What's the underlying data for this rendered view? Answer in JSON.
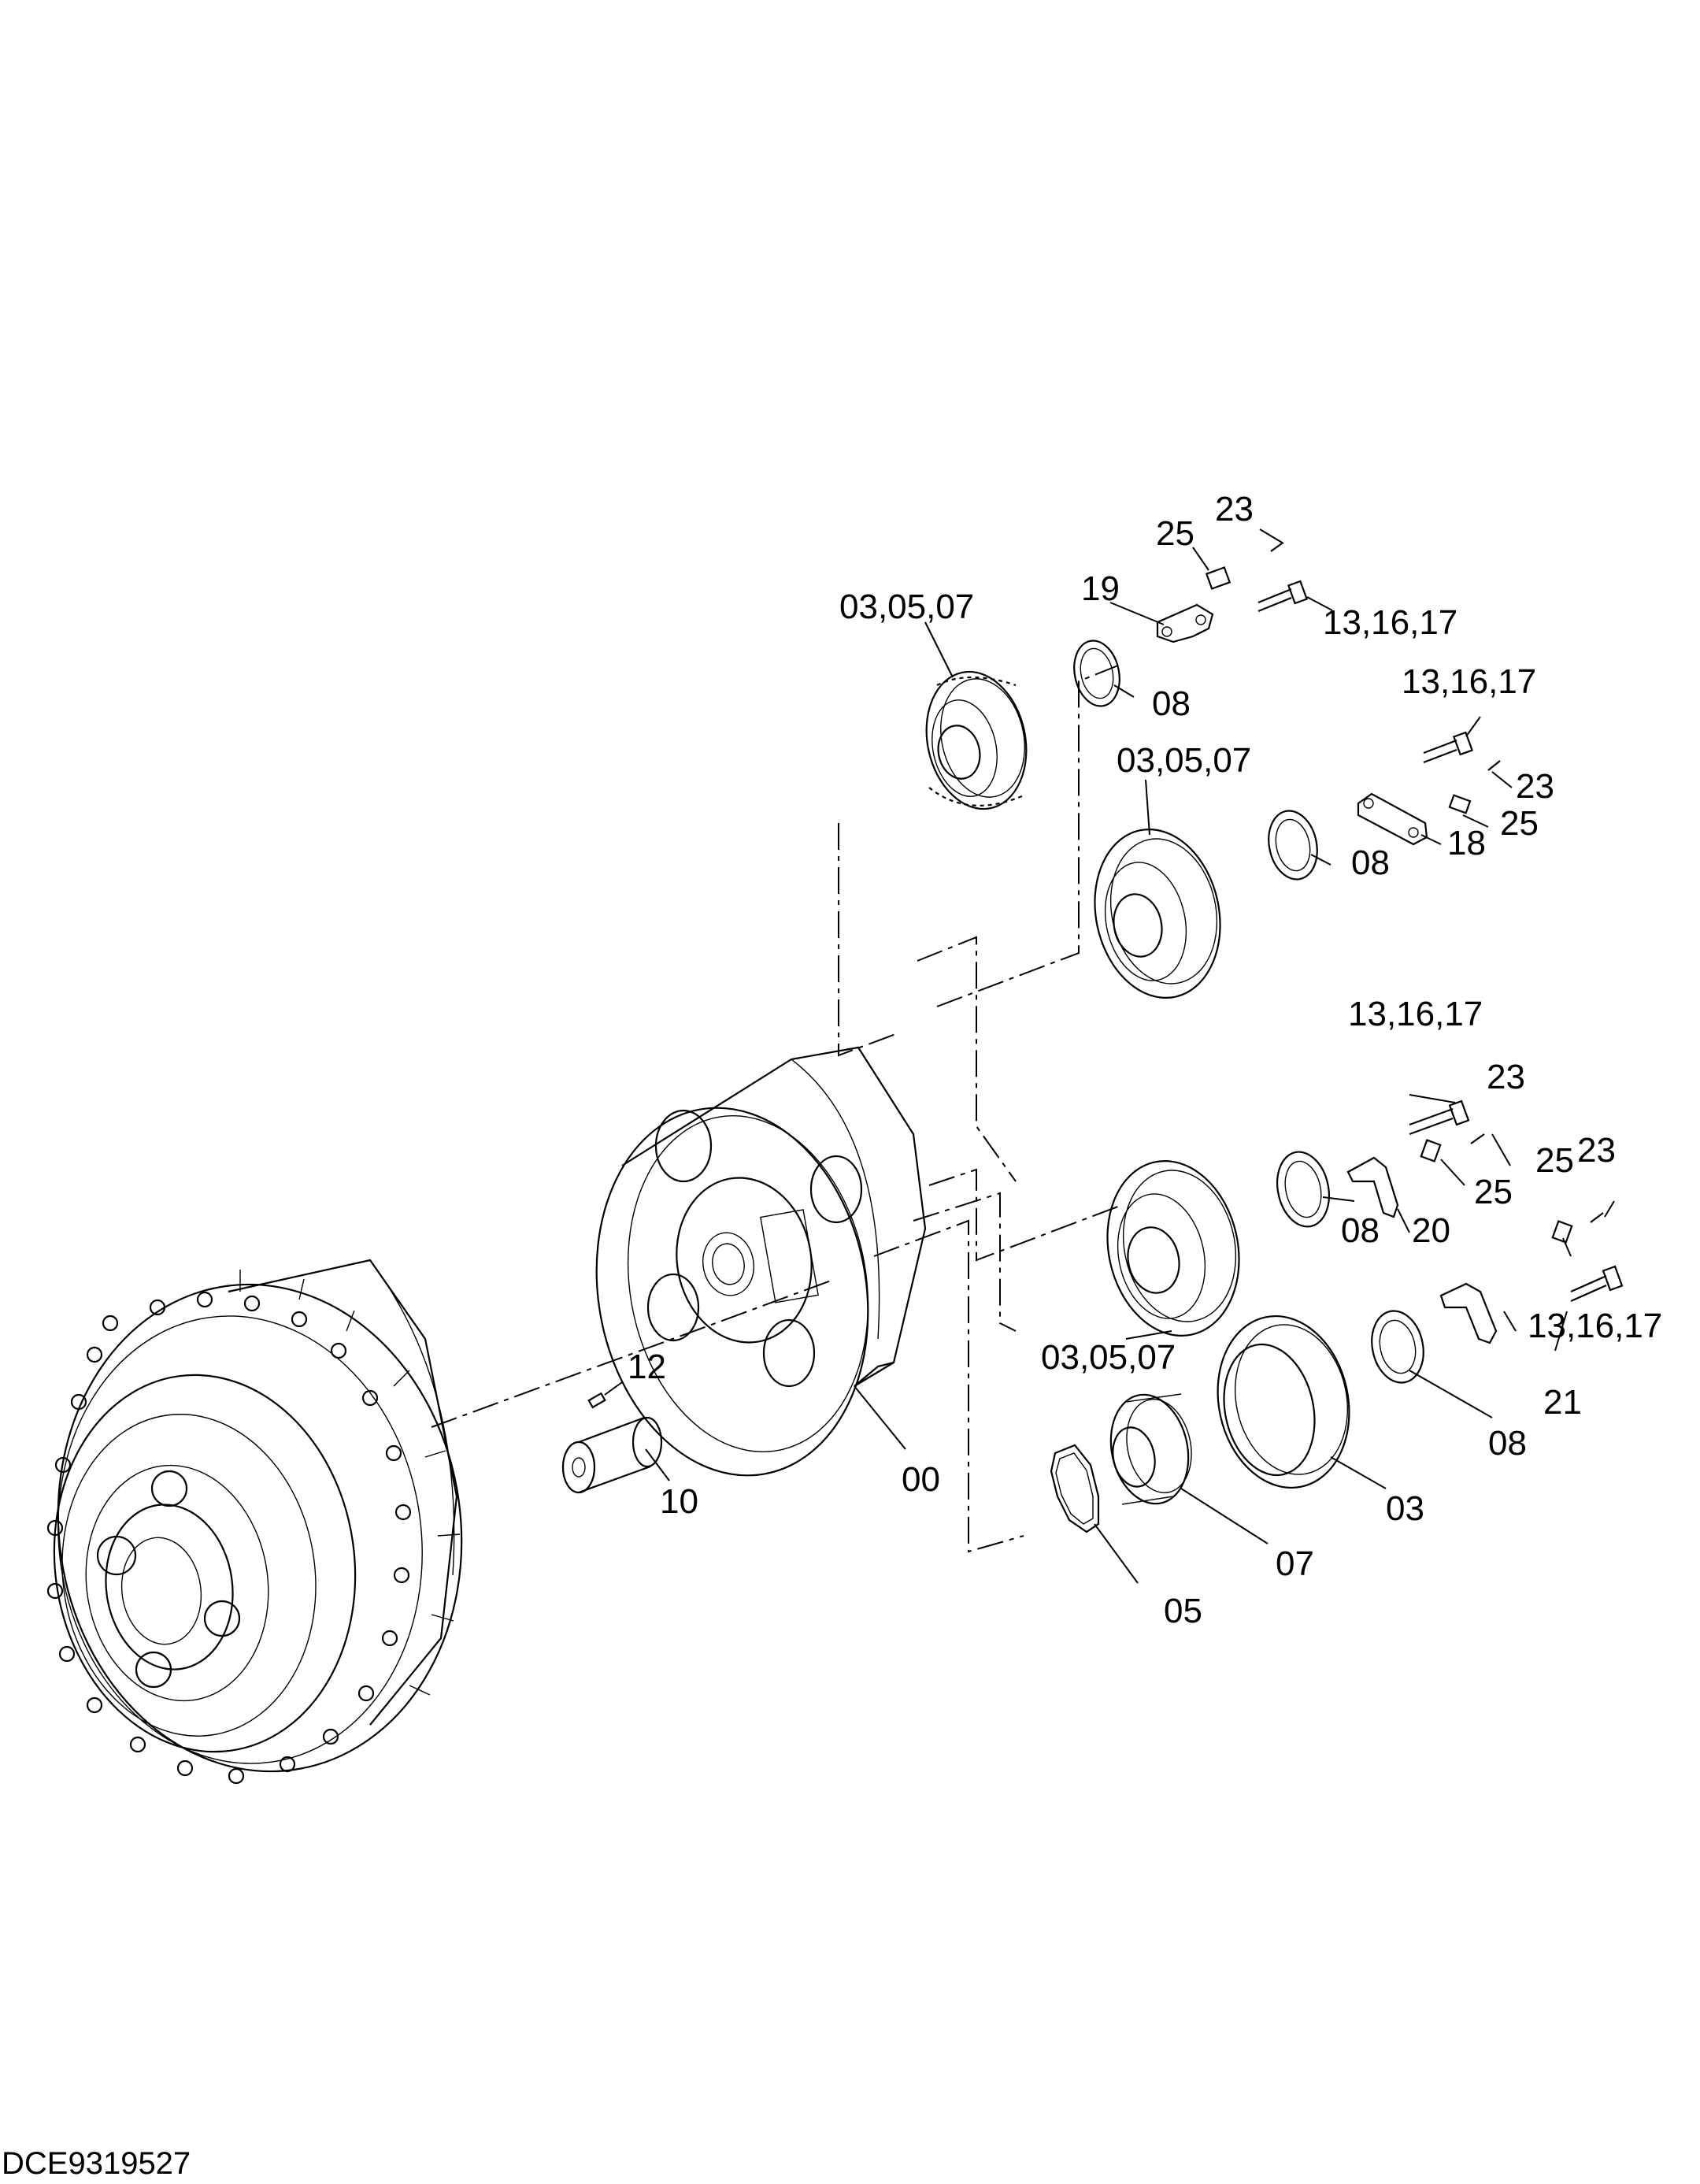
{
  "drawing_code": "DCE9319527",
  "callouts": {
    "c23_a": "23",
    "c25_a": "25",
    "c19": "19",
    "c13_a": "13,16,17",
    "c030507_a": "03,05,07",
    "c08_a": "08",
    "c13_b": "13,16,17",
    "c030507_b": "03,05,07",
    "c23_b": "23",
    "c25_b": "25",
    "c18": "18",
    "c08_b": "08",
    "c13_c": "13,16,17",
    "c23_c": "23",
    "c25_c": "25",
    "c23_d": "23",
    "c25_d": "25",
    "c08_c": "08",
    "c20": "20",
    "c13_d": "13,16,17",
    "c030507_c": "03,05,07",
    "c21": "21",
    "c08_d": "08",
    "c12": "12",
    "c10": "10",
    "c00": "00",
    "c03": "03",
    "c07": "07",
    "c05": "05"
  }
}
